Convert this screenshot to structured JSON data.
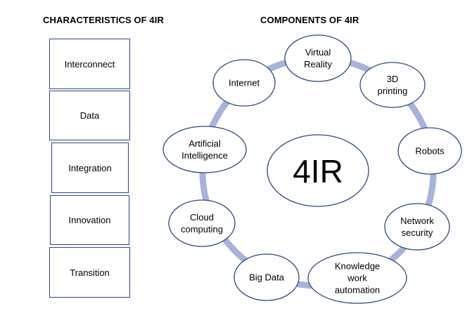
{
  "headings": {
    "characteristics": "CHARACTERISTICS OF 4IR",
    "components": "COMPONENTS OF 4IR"
  },
  "characteristics": [
    "Interconnect",
    "Data",
    "Integration",
    "Innovation",
    "Transition"
  ],
  "center": "4IR",
  "components": [
    [
      "Virtual",
      "Reality"
    ],
    [
      "3D",
      "printing"
    ],
    [
      "Robots"
    ],
    [
      "Network",
      "security"
    ],
    [
      "Knowledge",
      "work",
      "automation"
    ],
    [
      "Big Data"
    ],
    [
      "Cloud",
      "computing"
    ],
    [
      "Artificial",
      "Intelligence"
    ],
    [
      "Internet"
    ]
  ],
  "colors": {
    "ring": "#a6b3dc",
    "node_border": "#2f4a7a",
    "box_border": "#2f4a7a"
  }
}
